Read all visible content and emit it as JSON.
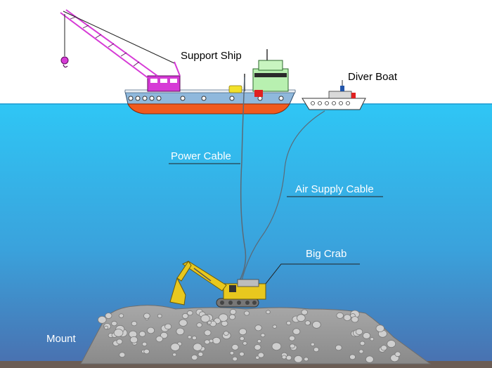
{
  "labels": {
    "support_ship": "Support Ship",
    "diver_boat": "Diver Boat",
    "power_cable": "Power Cable",
    "air_supply_cable": "Air Supply Cable",
    "big_crab": "Big Crab",
    "mount": "Mount"
  },
  "colors": {
    "sky": "#ffffff",
    "sea_top": "#2fc6f5",
    "sea_bottom": "#4a6fae",
    "mound": "#9a9a9a",
    "crane": "#d63ad6",
    "hull_red": "#f05a1e",
    "hull_blue": "#8fb8dc",
    "excavator": "#e8c81e"
  }
}
